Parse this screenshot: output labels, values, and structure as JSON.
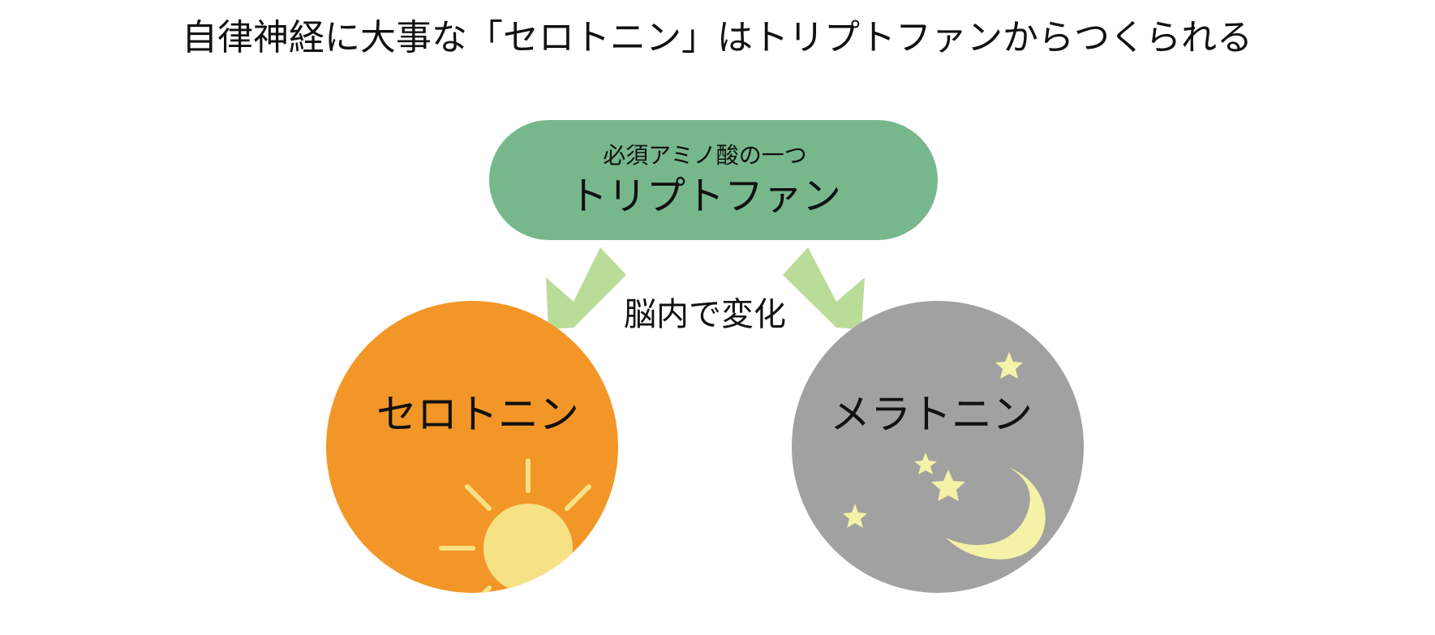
{
  "title": "自律神経に大事な「セロトニン」はトリプトファンからつくられる",
  "source_node": {
    "subtitle": "必須アミノ酸の一つ",
    "label": "トリプトファン"
  },
  "transition_label": "脳内で変化",
  "left_node": {
    "label": "セロトニン",
    "icon": "sun-icon"
  },
  "right_node": {
    "label": "メラトニン",
    "icon": "moon-and-stars-icon"
  },
  "colors": {
    "source_fill": "#77b78c",
    "arrow_fill": "#b9dc98",
    "serotonin_fill": "#f39628",
    "melatonin_fill": "#a0a1a0",
    "sun_fill": "#f6e184",
    "moon_fill": "#f4f2a7",
    "text": "#111111",
    "background": "#ffffff"
  }
}
